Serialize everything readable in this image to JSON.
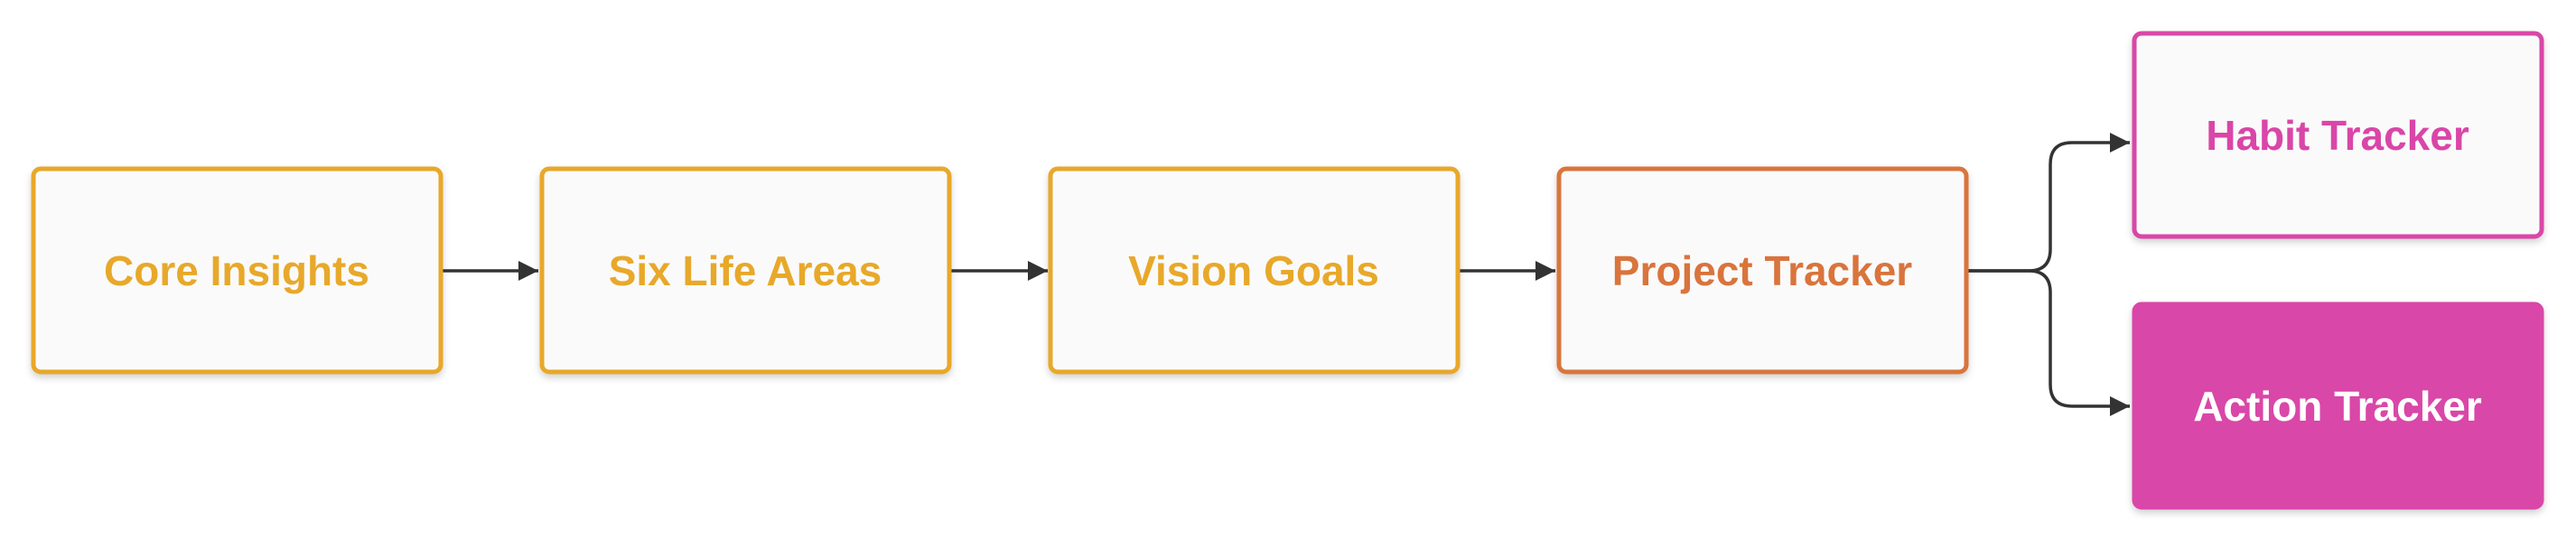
{
  "nodes": {
    "core_insights": {
      "label": "Core Insights"
    },
    "six_life_areas": {
      "label": "Six Life Areas"
    },
    "vision_goals": {
      "label": "Vision Goals"
    },
    "project_tracker": {
      "label": "Project Tracker"
    },
    "habit_tracker": {
      "label": "Habit Tracker"
    },
    "action_tracker": {
      "label": "Action Tracker"
    }
  },
  "colors": {
    "gold": "#E8A82A",
    "orange": "#D9743C",
    "magenta": "#D946A8",
    "node_fill": "#FAFAFA",
    "edge": "#333333",
    "white": "#FFFFFF"
  },
  "edges": [
    {
      "from": "Core Insights",
      "to": "Six Life Areas"
    },
    {
      "from": "Six Life Areas",
      "to": "Vision Goals"
    },
    {
      "from": "Vision Goals",
      "to": "Project Tracker"
    },
    {
      "from": "Project Tracker",
      "to": "Habit Tracker"
    },
    {
      "from": "Project Tracker",
      "to": "Action Tracker"
    }
  ]
}
